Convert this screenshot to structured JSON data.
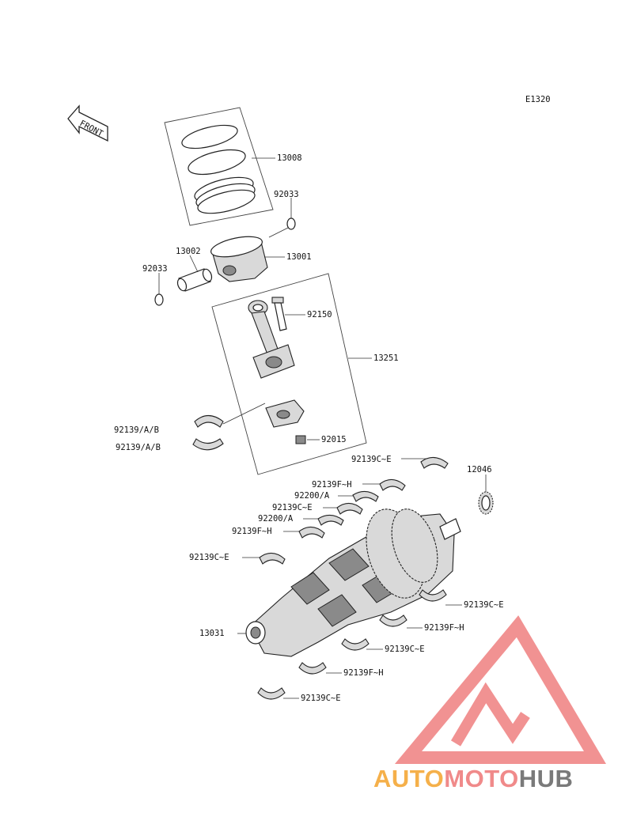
{
  "diagram_code": "E1320",
  "front_arrow_label": "FRONT",
  "labels": {
    "rings": "13008",
    "circlip_upper": "92033",
    "pin": "13002",
    "piston": "13001",
    "circlip_lower": "92033",
    "conrod_bolt": "92150",
    "conrod": "13251",
    "bearing_a1": "92139/A/B",
    "bearing_a2": "92139/A/B",
    "nut": "92015",
    "main_c_e_top": "92139C~E",
    "gear": "12046",
    "main_f_h_1": "92139F~H",
    "thrust_1": "92200/A",
    "main_c_e_2": "92139C~E",
    "thrust_2": "92200/A",
    "main_f_h_2": "92139F~H",
    "main_c_e_3": "92139C~E",
    "crankshaft": "13031",
    "lower_c_e_1": "92139C~E",
    "lower_f_h_1": "92139F~H",
    "lower_c_e_2": "92139C~E",
    "lower_f_h_2": "92139F~H",
    "lower_c_e_3": "92139C~E"
  },
  "watermark": {
    "part1": "AUTO",
    "part2": "MOTO",
    "part3": "HUB",
    "color1": "#f5b04a",
    "color2": "#f08a8a",
    "color3": "#7a7a7a",
    "logo_color": "#ef7f7f"
  }
}
